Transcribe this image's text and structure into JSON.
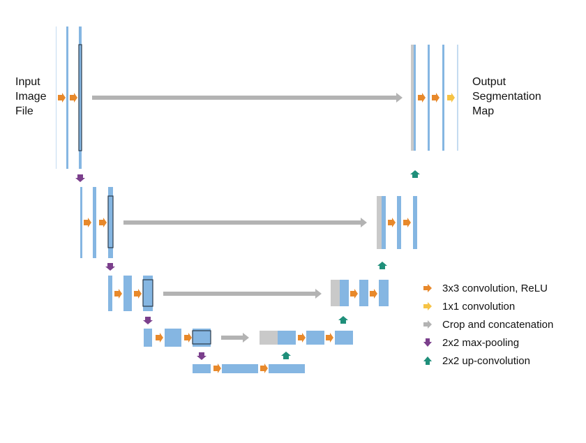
{
  "labels": {
    "input": [
      "Input",
      "Image",
      "File"
    ],
    "output": [
      "Output",
      "Segmentation",
      "Map"
    ]
  },
  "legend": [
    {
      "label": "3x3 convolution, ReLU",
      "icon": "conv3x3-arrow-icon",
      "color": "#e8892b",
      "dir": "right"
    },
    {
      "label": "1x1 convolution",
      "icon": "conv1x1-arrow-icon",
      "color": "#f6c345",
      "dir": "right"
    },
    {
      "label": "Crop and concatenation",
      "icon": "crop-concat-arrow-icon",
      "color": "#b3b3b3",
      "dir": "right"
    },
    {
      "label": "2x2 max-pooling",
      "icon": "max-pool-arrow-icon",
      "color": "#7b3f8c",
      "dir": "down"
    },
    {
      "label": "2x2 up-convolution",
      "icon": "up-conv-arrow-icon",
      "color": "#1f8f7a",
      "dir": "up"
    }
  ],
  "colors": {
    "feature_map": "#85b6e2",
    "feature_map_light": "#c4dbf1",
    "crop_block": "#c9c9c9",
    "outline": "#2b3a4a"
  }
}
